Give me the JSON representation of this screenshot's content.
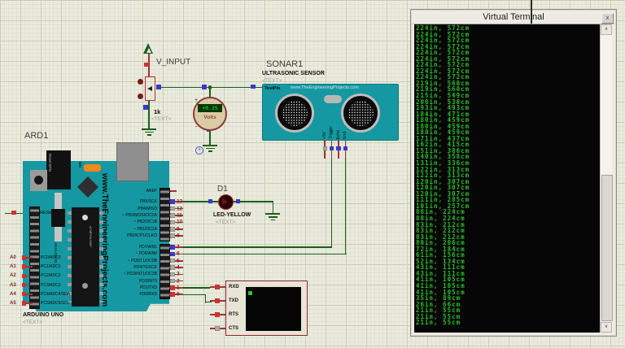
{
  "colors": {
    "board": "#1598A1",
    "wire": "#1B5E1B",
    "stub": "#A03434",
    "terminal_text": "#27C427",
    "state_blue": "#3939CC",
    "state_red": "#CC3333",
    "state_gray": "#ACACA4",
    "led_on": "#F28A1C"
  },
  "window": {
    "title": "Virtual Terminal",
    "close": "x",
    "scroll_up": "∧",
    "scroll_down": "∨",
    "lines": [
      "224in, 572cm",
      "224in, 572cm",
      "224in, 572cm",
      "224in, 572cm",
      "224in, 572cm",
      "224in, 572cm",
      "224in, 572cm",
      "224in, 572cm",
      "224in, 572cm",
      "219in, 560cm",
      "219in, 560cm",
      "215in, 549cm",
      "208in, 530cm",
      "193in, 493cm",
      "184in, 471cm",
      "180in, 459cm",
      "180in, 459cm",
      "180in, 459cm",
      "171in, 437cm",
      "162in, 415cm",
      "151in, 386cm",
      "140in, 358cm",
      "131in, 336cm",
      "122in, 313cm",
      "122in, 313cm",
      "120in, 307cm",
      "120in, 307cm",
      "120in, 307cm",
      "111in, 285cm",
      "101in, 257cm",
      "88in, 224cm",
      "88in, 224cm",
      "83in, 212cm",
      "83in, 212cm",
      "83in, 212cm",
      "80in, 206cm",
      "72in, 184cm",
      "61in, 156cm",
      "52in, 134cm",
      "43in, 111cm",
      "43in, 111cm",
      "41in, 105cm",
      "41in, 105cm",
      "41in, 105cm",
      "35in, 89cm",
      "26in, 66cm",
      "21in, 55cm",
      "21in, 55cm",
      "21in, 55cm"
    ]
  },
  "schematic": {
    "power_net": "V_INPUT",
    "pot": {
      "value": "1k",
      "text": "<TEXT>"
    },
    "meter": {
      "value": "+0.25",
      "unit": "Volts",
      "plus": "+",
      "minus": "-"
    },
    "sonar": {
      "ref": "SONAR1",
      "part": "ULTRASONIC SENSOR",
      "text": "<TEXT>",
      "brand": "www.TheEngineeringProjects.com",
      "testpin": "TestPin",
      "pins": [
        {
          "label": "+5V",
          "state": "gray"
        },
        {
          "label": "Trigger",
          "state": "blue"
        },
        {
          "label": "Echo",
          "state": "blue"
        },
        {
          "label": "Gnd",
          "state": "blue"
        }
      ]
    },
    "led": {
      "ref": "D1",
      "part": "LED-YELLOW",
      "text": "<TEXT>"
    },
    "vterm": {
      "pins": [
        {
          "label": "RXD",
          "state": "red"
        },
        {
          "label": "TXD",
          "state": "red"
        },
        {
          "label": "RTS",
          "state": "red"
        },
        {
          "label": "CTS",
          "state": "gray"
        }
      ]
    },
    "arduino": {
      "ref": "ARD1",
      "part": "ARDUINO UNO",
      "text": "<TEXT>",
      "brand": "www.TheEngineeringProjects.com",
      "chip": "ATMEGA328P",
      "reset_btn": "Reset BTN",
      "on": "ON",
      "reset": "RESET",
      "aref": "AREF",
      "analog_in": "ANALOG IN",
      "digital_upper": [
        {
          "label": "PB5/SCK",
          "num": "13",
          "state": "blue"
        },
        {
          "label": "PB4/MISO",
          "num": "12",
          "state": "gray"
        },
        {
          "label": "~ PB3/MOSI/OC2A",
          "num": "11",
          "state": "gray"
        },
        {
          "label": "~ PB2/OC1B",
          "num": "10",
          "state": "gray"
        },
        {
          "label": "~ PB1/OC1A",
          "num": "9",
          "state": "gray"
        },
        {
          "label": "PB0/ICP1/CLKO",
          "num": "8",
          "state": "gray"
        }
      ],
      "digital_lower": [
        {
          "label": "PD7/AIN1",
          "num": "7",
          "state": "blue"
        },
        {
          "label": "~ PD6/AIN0",
          "num": "6",
          "state": "blue"
        },
        {
          "label": "~ PD5/T1/OC0B",
          "num": "5",
          "state": "gray"
        },
        {
          "label": "PD4/T0/XCK",
          "num": "4",
          "state": "gray"
        },
        {
          "label": "~ PD3/INT1/OC2B",
          "num": "3",
          "state": "gray"
        },
        {
          "label": "PD2/INT0",
          "num": "2",
          "state": "gray"
        },
        {
          "label": "PD1/TXD",
          "num": "1",
          "state": "red"
        },
        {
          "label": "PD0/RXD",
          "num": "0",
          "state": "red"
        }
      ],
      "analog": [
        {
          "ext": "A0",
          "label": "PC0/ADC0",
          "state": "red"
        },
        {
          "ext": "A1",
          "label": "PC1/ADC1",
          "state": "red"
        },
        {
          "ext": "A2",
          "label": "PC2/ADC2",
          "state": "red"
        },
        {
          "ext": "A3",
          "label": "PC3/ADC3",
          "state": "red"
        },
        {
          "ext": "A4",
          "label": "PC4/ADC4/SDA",
          "state": "red"
        },
        {
          "ext": "A5",
          "label": "PC5/ADC5/SCL",
          "state": "red"
        }
      ]
    }
  }
}
